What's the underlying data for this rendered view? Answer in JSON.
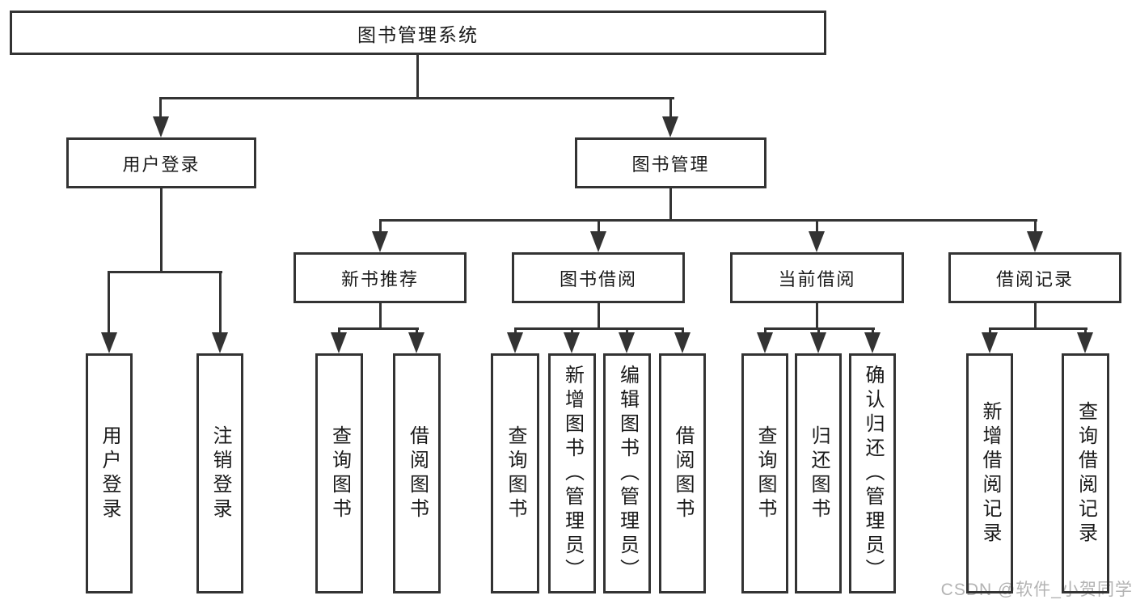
{
  "diagram": {
    "root": {
      "label": "图书管理系统"
    },
    "branches": [
      {
        "label": "用户登录",
        "children": [
          {
            "label": "用户登录"
          },
          {
            "label": "注销登录"
          }
        ]
      },
      {
        "label": "图书管理",
        "children": [
          {
            "label": "新书推荐",
            "children": [
              {
                "label": "查询图书"
              },
              {
                "label": "借阅图书"
              }
            ]
          },
          {
            "label": "图书借阅",
            "children": [
              {
                "label": "查询图书"
              },
              {
                "label": "新增图书（管理员）"
              },
              {
                "label": "编辑图书（管理员）"
              },
              {
                "label": "借阅图书"
              }
            ]
          },
          {
            "label": "当前借阅",
            "children": [
              {
                "label": "查询图书"
              },
              {
                "label": "归还图书"
              },
              {
                "label": "确认归还（管理员）"
              }
            ]
          },
          {
            "label": "借阅记录",
            "children": [
              {
                "label": "新增借阅记录"
              },
              {
                "label": "查询借阅记录"
              }
            ]
          }
        ]
      }
    ]
  },
  "watermark": {
    "text": "CSDN @软件_小贺同学"
  },
  "colors": {
    "line": "#333333",
    "box_border": "#333333",
    "box_background": "#ffffff",
    "text": "#1a1a1a",
    "watermark": "#b3b3b3",
    "page_background": "#ffffff"
  }
}
